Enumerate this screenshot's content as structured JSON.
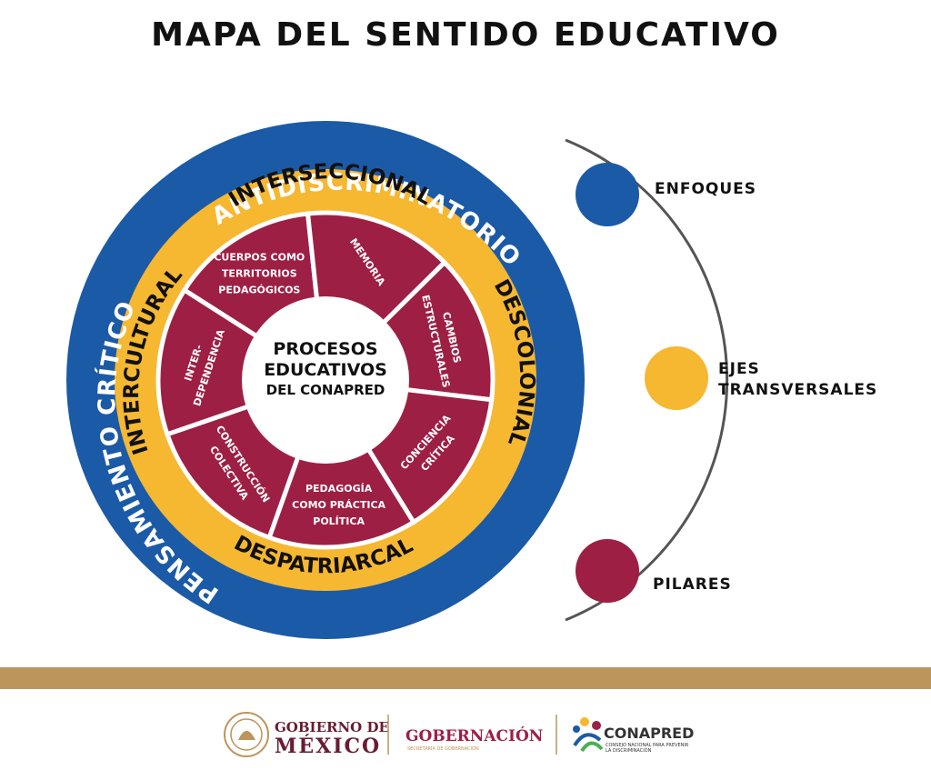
{
  "title": "MAPA DEL SENTIDO EDUCATIVO",
  "colors": {
    "blue": "#1B5AA7",
    "yellow": "#F6B731",
    "wine": "#9E1F44",
    "band": "#BC955C",
    "text": "#111111",
    "white": "#ffffff",
    "gray": "#555555"
  },
  "center": [
    "PROCESOS",
    "EDUCATIVOS",
    "DEL CONAPRED"
  ],
  "enfoques": {
    "arc_top": "ANTIDISCRIMINATORIO",
    "arc_left": "PENSAMIENTO CRÍTICO"
  },
  "ejes": {
    "top": "INTERSECCIONAL",
    "left": "INTERCULTURAL",
    "right": "DESCOLONIAL",
    "bottom": "DESPATRIARCAL"
  },
  "pilares": [
    [
      "CUERPOS COMO",
      "TERRITORIOS",
      "PEDAGÓGICOS"
    ],
    [
      "MEMORIA"
    ],
    [
      "CAMBIOS",
      "ESTRUCTURALES"
    ],
    [
      "CONCIENCIA",
      "CRÍTICA"
    ],
    [
      "PEDAGOGÍA",
      "COMO PRÁCTICA",
      "POLÍTICA"
    ],
    [
      "CONSTRUCCIÓN",
      "COLECTIVA"
    ],
    [
      "INTER-",
      "DEPENDENCIA"
    ]
  ],
  "legend": [
    {
      "label_lines": [
        "ENFOQUES"
      ],
      "color": "#1B5AA7"
    },
    {
      "label_lines": [
        "EJES",
        "TRANSVERSALES"
      ],
      "color": "#F6B731"
    },
    {
      "label_lines": [
        "PILARES"
      ],
      "color": "#9E1F44"
    }
  ],
  "footer": {
    "gob_line1": "GOBIERNO DE",
    "gob_line2": "MÉXICO",
    "gobernacion": "GOBERNACIÓN",
    "gobernacion_sub": "SECRETARÍA DE GOBERNACIÓN",
    "conapred": "CONAPRED",
    "conapred_sub1": "CONSEJO NACIONAL PARA PREVENIR",
    "conapred_sub2": "LA DISCRIMINACIÓN"
  }
}
